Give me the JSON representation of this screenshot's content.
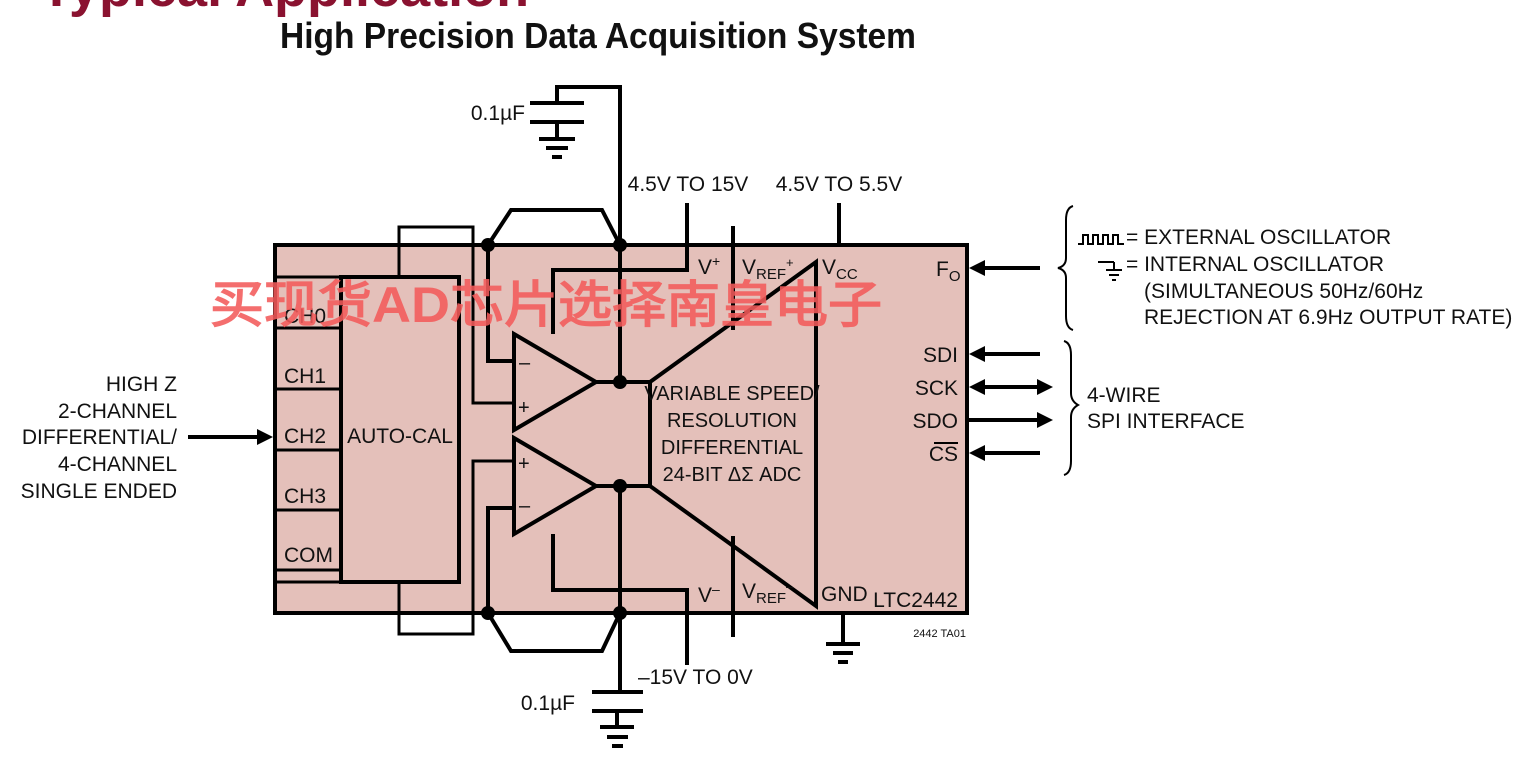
{
  "header": {
    "section_title_cropped": "Typical Application",
    "figure_title": "High Precision Data Acquisition System"
  },
  "chip": {
    "part_number": "LTC2442",
    "fill_color": "#e4c0ba",
    "figure_id": "2442 TA01",
    "auto_cal_label": "AUTO-CAL",
    "channels": [
      "CH0",
      "CH1",
      "CH2",
      "CH3",
      "COM"
    ],
    "adc_label_lines": [
      "VARIABLE SPEED/",
      "RESOLUTION",
      "DIFFERENTIAL",
      "24-BIT ΔΣ ADC"
    ],
    "amp_top_pins": {
      "inv": "–",
      "noninv": "+"
    },
    "amp_bottom_pins": {
      "noninv": "+",
      "inv": "–"
    },
    "pins": {
      "vplus": {
        "main": "V",
        "sup": "+"
      },
      "vminus": {
        "main": "V",
        "sup": "–"
      },
      "vref_plus": {
        "main": "V",
        "sub": "REF",
        "sup": "+"
      },
      "vref_minus": {
        "main": "V",
        "sub": "REF",
        "sup": "–"
      },
      "vcc": {
        "main": "V",
        "sub": "CC"
      },
      "fo": {
        "main": "F",
        "sub": "O"
      },
      "gnd": "GND",
      "sdi": "SDI",
      "sck": "SCK",
      "sdo": "SDO",
      "cs": "CS"
    }
  },
  "supplies": {
    "vplus_range": "4.5V TO 15V",
    "vcc_range": "4.5V TO 5.5V",
    "vminus_range": "–15V TO 0V",
    "cap_top": "0.1µF",
    "cap_bottom": "0.1µF"
  },
  "input_note": {
    "lines": [
      "HIGH Z",
      "2-CHANNEL",
      "DIFFERENTIAL/",
      "4-CHANNEL",
      "SINGLE ENDED"
    ]
  },
  "oscillator_note": {
    "external": "= EXTERNAL OSCILLATOR",
    "internal": "= INTERNAL OSCILLATOR",
    "detail_lines": [
      "(SIMULTANEOUS 50Hz/60Hz",
      "REJECTION AT 6.9Hz OUTPUT RATE)"
    ]
  },
  "spi_note": {
    "lines": [
      "4-WIRE",
      "SPI INTERFACE"
    ]
  },
  "watermark": {
    "text": "买现货AD芯片选择南皇电子",
    "color": "#f25a5a"
  }
}
